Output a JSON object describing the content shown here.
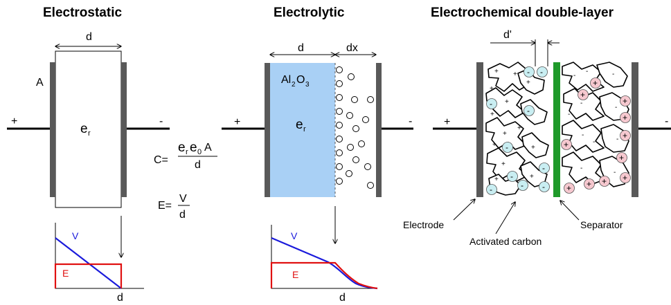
{
  "titles": {
    "electrostatic": "Electrostatic",
    "electrolytic": "Electrolytic",
    "double_layer": "Electrochemical double-layer"
  },
  "electrostatic": {
    "d": "d",
    "area": "A",
    "plus": "+",
    "minus": "-",
    "permittivity": "e",
    "permittivity_sub": "r",
    "graph": {
      "v": "V",
      "e": "E",
      "d": "d"
    }
  },
  "formulas": {
    "c_lhs": "C=",
    "c_num_e": "e",
    "c_num_r": "r",
    "c_num_e2": "e",
    "c_num_0": "0",
    "c_num_a": "A",
    "c_den": "d",
    "e_lhs": "E=",
    "e_num": "V",
    "e_den": "d"
  },
  "electrolytic": {
    "d": "d",
    "dx": "dx",
    "oxide_al": "Al",
    "oxide_2": "2",
    "oxide_o": "O",
    "oxide_3": "3",
    "plus": "+",
    "minus": "-",
    "permittivity": "e",
    "permittivity_sub": "r",
    "graph": {
      "v": "V",
      "e": "E",
      "d": "d"
    }
  },
  "double_layer": {
    "d_prime": "d'",
    "plus": "+",
    "minus": "-",
    "label_electrode": "Electrode",
    "label_carbon": "Activated carbon",
    "label_separator": "Separator"
  },
  "ions": {
    "anion": "-",
    "cation": "+"
  },
  "colors": {
    "plate": "#595959",
    "electrolyte": "#a9d0f5",
    "separator": "#1f9a2a",
    "anion_fill": "#c9eef2",
    "cation_fill": "#f6c8cf",
    "v_line": "#1a1adb",
    "e_line": "#e01010"
  }
}
